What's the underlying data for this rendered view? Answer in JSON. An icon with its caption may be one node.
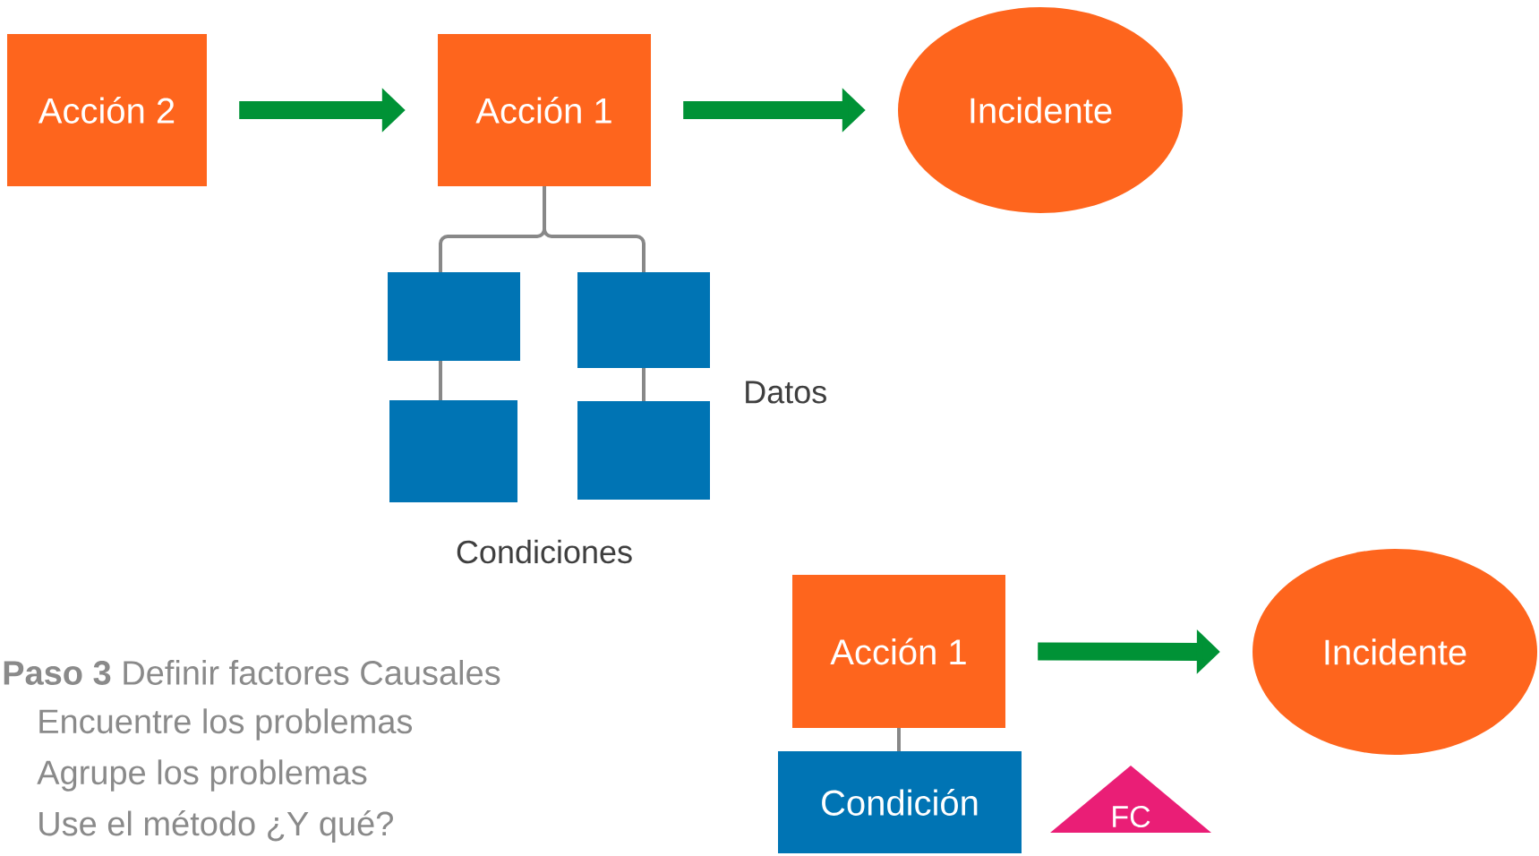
{
  "diagram": {
    "nodes": [
      {
        "text": [
          "Acción 2"
        ]
      },
      {
        "text": [
          "Acción 1"
        ]
      },
      {
        "text": [
          "Incidente"
        ]
      },
      {
        "text": [],
        "shape": "box"
      },
      {
        "text": [],
        "shape": "box"
      },
      {
        "text": [],
        "shape": "box"
      },
      {
        "text": [],
        "shape": "box"
      },
      {
        "text": [
          "Acción 1"
        ]
      },
      {
        "text": [
          "Incidente"
        ]
      },
      {
        "text": [
          "Condición"
        ]
      },
      {
        "text": [
          "FC"
        ]
      }
    ],
    "edges": [
      {
        "from": 0,
        "to": 1,
        "arrow": "to",
        "style": "thick",
        "color": "#009236"
      },
      {
        "from": 1,
        "to": 2,
        "arrow": "to",
        "style": "thick",
        "color": "#009236"
      },
      {
        "from": 1,
        "to": 3,
        "arrow": "none"
      },
      {
        "from": 1,
        "to": 4,
        "arrow": "none"
      },
      {
        "from": 3,
        "to": 5,
        "arrow": "none"
      },
      {
        "from": 4,
        "to": 6,
        "arrow": "none"
      },
      {
        "from": 7,
        "to": 8,
        "arrow": "to",
        "style": "thick",
        "color": "#009236"
      },
      {
        "from": 7,
        "to": 9,
        "arrow": "none"
      }
    ],
    "labels": [
      "Datos",
      "Condiciones",
      "**Paso 3** Definir factores Causales",
      "Encuentre los problemas",
      "Agrupe los problemas",
      "Use el método ¿Y qué?"
    ]
  }
}
